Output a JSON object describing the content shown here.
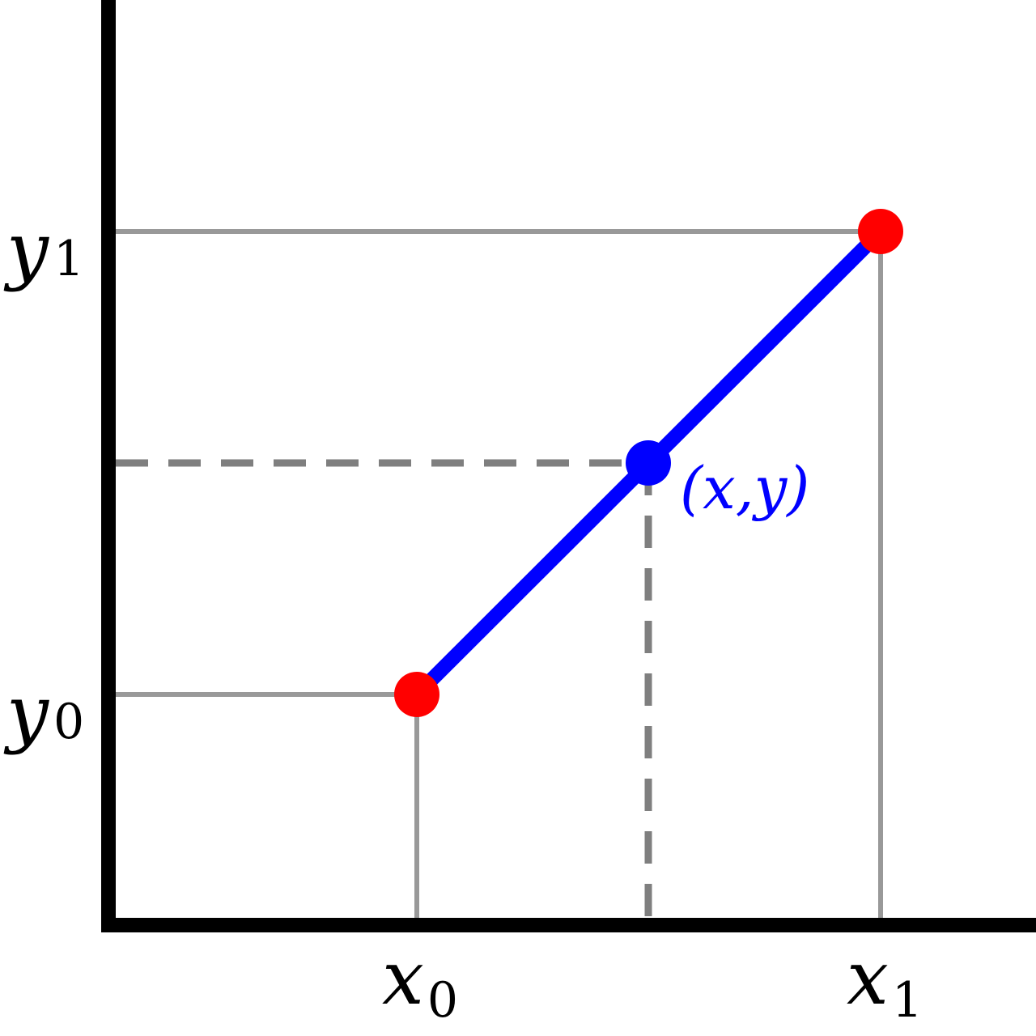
{
  "diagram": {
    "labels": {
      "x0": {
        "var": "x",
        "sub": "0"
      },
      "x1": {
        "var": "x",
        "sub": "1"
      },
      "y0": {
        "var": "y",
        "sub": "0"
      },
      "y1": {
        "var": "y",
        "sub": "1"
      }
    },
    "interpolated_point_label": "(x,y)",
    "colors": {
      "axes": "#000000",
      "guide_lines": "#999999",
      "dashed_lines": "#7f7f7f",
      "segment": "#0000ff",
      "endpoints": "#ff0000",
      "interpolated_point": "#0000ff"
    }
  }
}
